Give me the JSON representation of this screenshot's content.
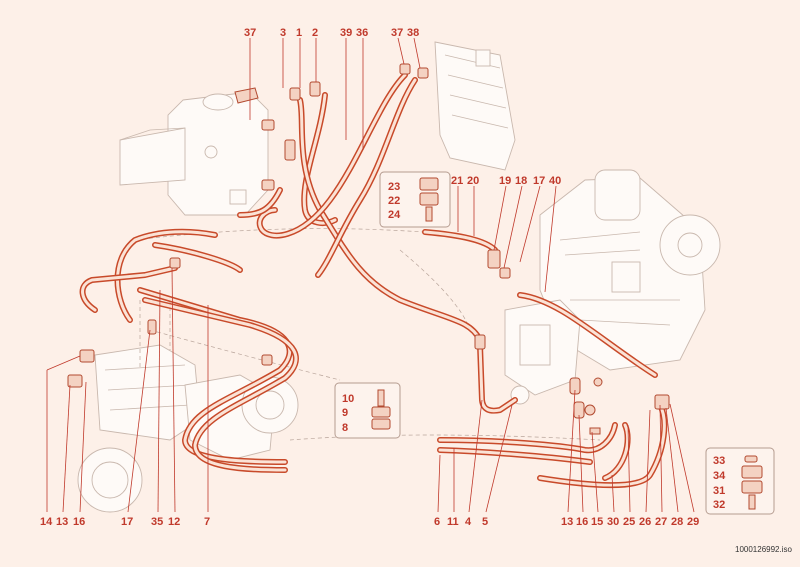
{
  "reference_code": "1000126992.iso",
  "colors": {
    "hose": "#c84a2a",
    "label": "#c0392b",
    "background": "#fdf0e8"
  },
  "labels_top": [
    "37",
    "3",
    "1",
    "2",
    "39",
    "36",
    "37",
    "38"
  ],
  "labels_mid": [
    "21",
    "20",
    "19",
    "18",
    "17",
    "40"
  ],
  "labels_bottom_left": [
    "14",
    "13",
    "16",
    "17",
    "35",
    "12",
    "7"
  ],
  "labels_bottom_mid": [
    "6",
    "11",
    "4",
    "5"
  ],
  "labels_bottom_right": [
    "13",
    "16",
    "15",
    "30",
    "25",
    "26",
    "27",
    "28",
    "29"
  ],
  "inset_upper": [
    "23",
    "22",
    "24"
  ],
  "inset_center": [
    "10",
    "9",
    "8"
  ],
  "inset_right": [
    "33",
    "34",
    "31",
    "32"
  ]
}
